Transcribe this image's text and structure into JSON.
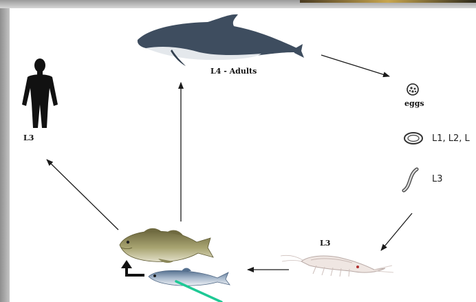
{
  "diagram": {
    "labels": {
      "adults": "L4 - Adults",
      "eggs": "eggs",
      "larvae": "L1, L2, L",
      "l3_right": "L3",
      "l3_krill": "L3",
      "l3_human": "L3"
    },
    "nodes": [
      {
        "id": "porpoise",
        "icon": "porpoise-icon"
      },
      {
        "id": "eggs",
        "icon": "egg-icon"
      },
      {
        "id": "larva-ring",
        "icon": "larva-ring-icon"
      },
      {
        "id": "larva-worm",
        "icon": "larva-worm-icon"
      },
      {
        "id": "krill",
        "icon": "krill-icon"
      },
      {
        "id": "fish",
        "icon": "cod-icon"
      },
      {
        "id": "small-fish",
        "icon": "herring-icon"
      },
      {
        "id": "human",
        "icon": "human-silhouette-icon"
      }
    ],
    "edges": [
      {
        "from": "porpoise",
        "to": "eggs"
      },
      {
        "from": "larva-worm",
        "to": "krill"
      },
      {
        "from": "krill",
        "to": "fish"
      },
      {
        "from": "fish",
        "to": "porpoise"
      },
      {
        "from": "fish",
        "to": "human"
      },
      {
        "from": "small-fish",
        "to": "fish"
      }
    ],
    "colors": {
      "arrow": "#1a1a1a",
      "pointer": "#1fc995",
      "porpoise_back": "#3e4d5f",
      "porpoise_belly": "#e4e8ec",
      "cod": "#8a8a58",
      "herring": "#7f95b0"
    }
  }
}
